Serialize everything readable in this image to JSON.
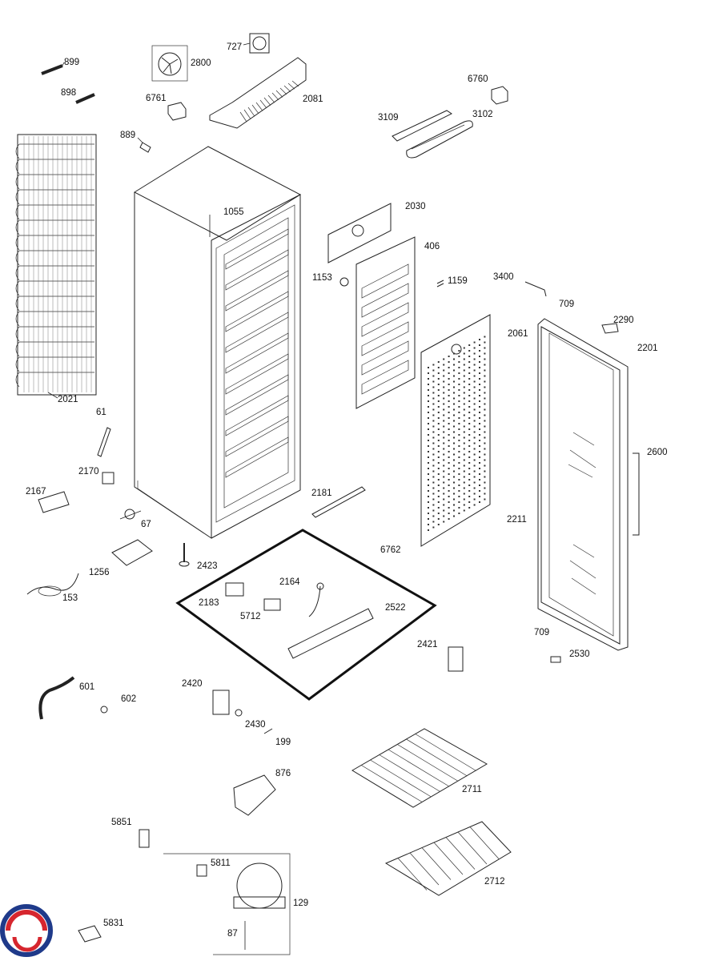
{
  "parts": {
    "p899": "899",
    "p898": "898",
    "p2800": "2800",
    "p727": "727",
    "p6761": "6761",
    "p2081": "2081",
    "p889": "889",
    "p6760": "6760",
    "p3109": "3109",
    "p3102": "3102",
    "p1055": "1055",
    "p2030": "2030",
    "p406": "406",
    "p1153": "1153",
    "p1159": "1159",
    "p3400": "3400",
    "p709a": "709",
    "p2290": "2290",
    "p2201": "2201",
    "p2061": "2061",
    "p2021": "2021",
    "p61": "61",
    "p2600": "2600",
    "p2170": "2170",
    "p2167": "2167",
    "p2181": "2181",
    "p67": "67",
    "p2211": "2211",
    "p6762": "6762",
    "p1256": "1256",
    "p2423": "2423",
    "p2164": "2164",
    "p153": "153",
    "p2183": "2183",
    "p5712": "5712",
    "p2522": "2522",
    "p709b": "709",
    "p2421": "2421",
    "p2530": "2530",
    "p601": "601",
    "p2420": "2420",
    "p602": "602",
    "p2430": "2430",
    "p199": "199",
    "p876": "876",
    "p2711": "2711",
    "p5851": "5851",
    "p5811": "5811",
    "p2712": "2712",
    "p129": "129",
    "p5831": "5831",
    "p87": "87"
  },
  "colors": {
    "line": "#222222",
    "logo_blue": "#1f3a8a",
    "logo_red": "#d6262e"
  }
}
